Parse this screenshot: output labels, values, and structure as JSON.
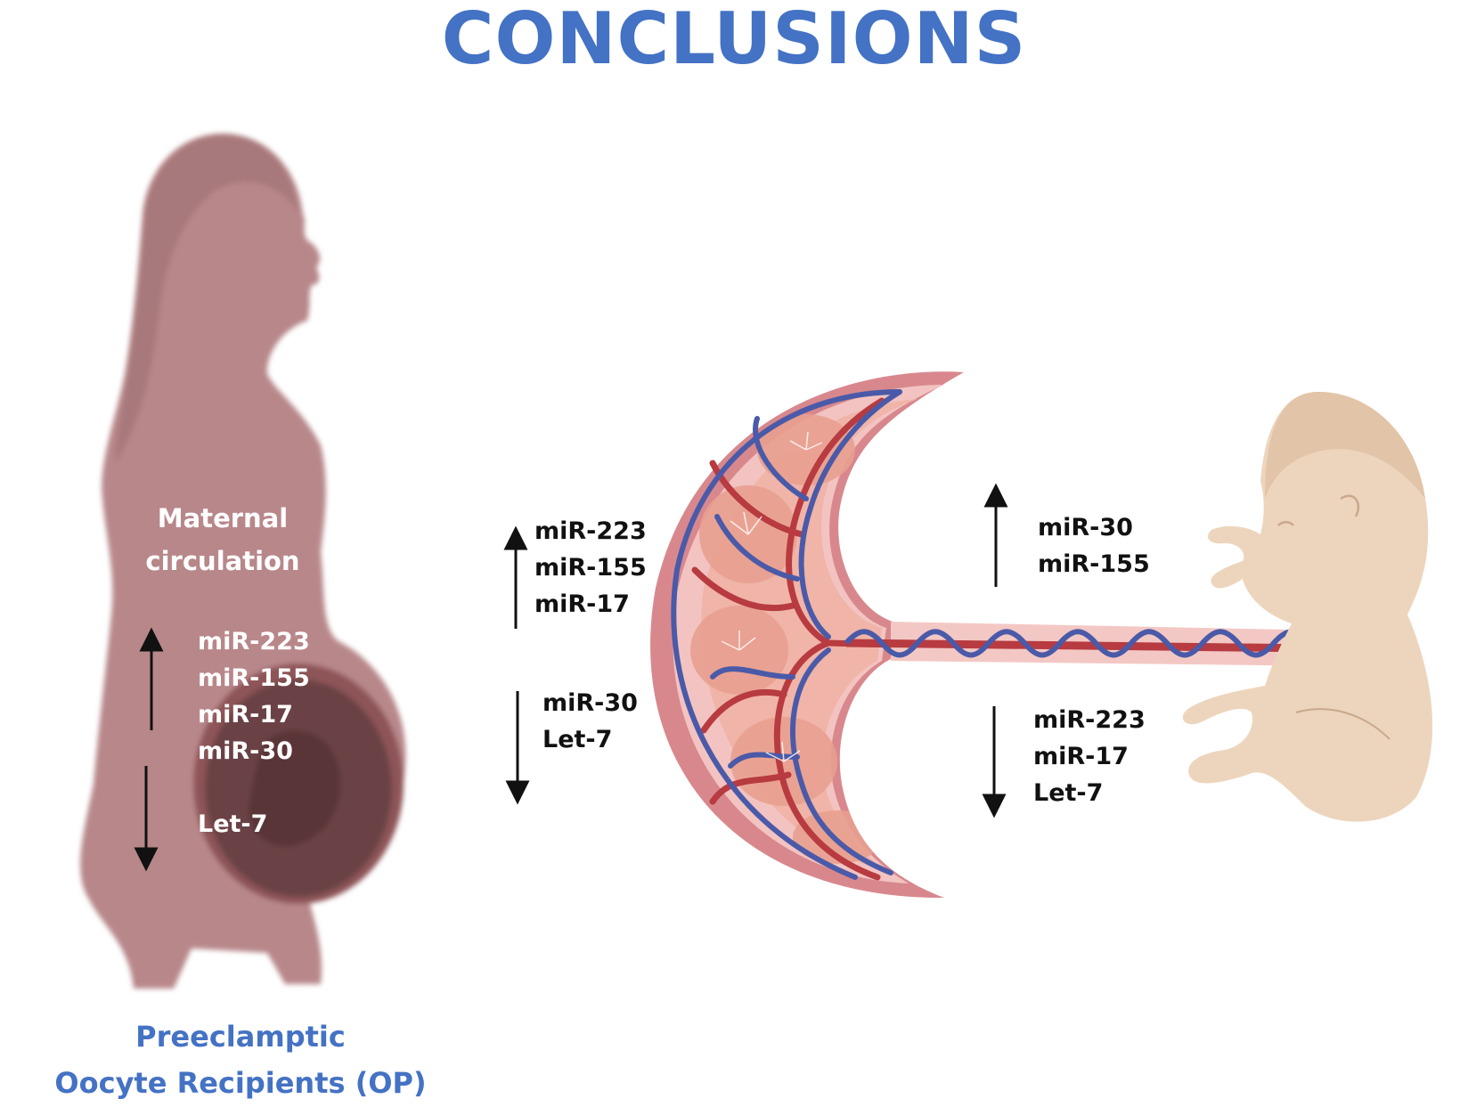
{
  "title": "CONCLUSIONS",
  "colors": {
    "title": "#4472c4",
    "caption": "#4472c4",
    "silhouette": "#b8878a",
    "womb": "#6b4345",
    "placenta_rim": "#d8888d",
    "placenta_tissue": "#f0b4a8",
    "artery": "#b73b40",
    "vein": "#4a5aa8",
    "fetus": "#edd5bd"
  },
  "mother": {
    "label_lines": [
      "Maternal",
      "circulation"
    ],
    "up_list": [
      "miR-223",
      "miR-155",
      "miR-17",
      "miR-30"
    ],
    "down_list": [
      "Let-7"
    ],
    "caption_lines": [
      "Preeclamptic",
      "Oocyte Recipients (OP)"
    ]
  },
  "placenta": {
    "up_list": [
      "miR-223",
      "miR-155",
      "miR-17"
    ],
    "down_list": [
      "miR-30",
      "Let-7"
    ]
  },
  "fetus": {
    "up_list": [
      "miR-30",
      "miR-155"
    ],
    "down_list": [
      "miR-223",
      "miR-17",
      "Let-7"
    ]
  },
  "icons": {
    "up_arrow": "arrow-up-icon",
    "down_arrow": "arrow-down-icon"
  }
}
